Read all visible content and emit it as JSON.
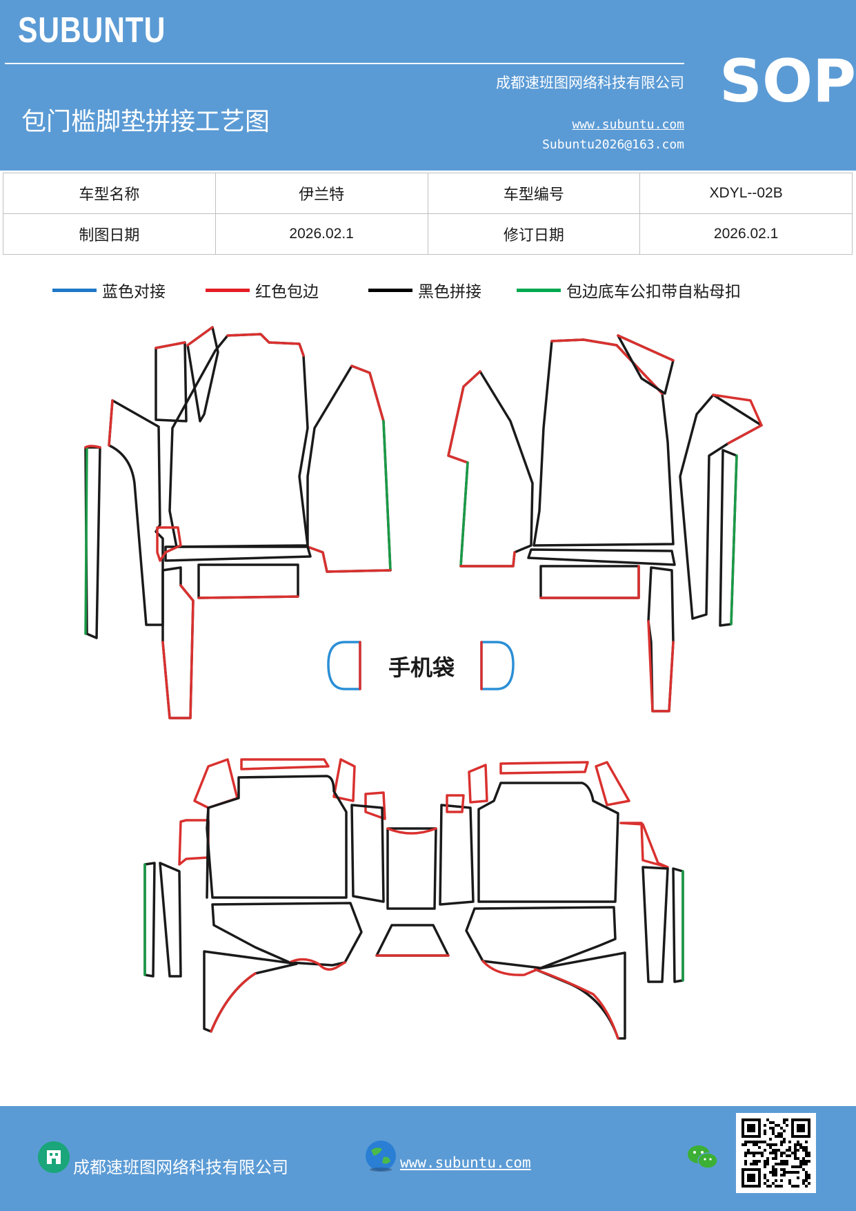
{
  "header": {
    "brand": "SUBUNTU",
    "company": "成都速班图网络科技有限公司",
    "title": "包门槛脚垫拼接工艺图",
    "website": "www.subuntu.com",
    "email": "Subuntu2026@163.com",
    "badge": "SOP"
  },
  "info_table": {
    "model_name_label": "车型名称",
    "model_name_value": "伊兰特",
    "model_code_label": "车型编号",
    "model_code_value": "XDYL--02B",
    "drawing_date_label": "制图日期",
    "drawing_date_value": "2026.02.1",
    "revision_date_label": "修订日期",
    "revision_date_value": "2026.02.1"
  },
  "legend": [
    {
      "label": "蓝色对接",
      "color": "#1f77c8"
    },
    {
      "label": "红色包边",
      "color": "#e41e26"
    },
    {
      "label": "黑色拼接",
      "color": "#000000"
    },
    {
      "label": "包边底车公扣带自粘母扣",
      "color": "#00a84f"
    }
  ],
  "diagram": {
    "phone_pocket_label": "手机袋",
    "colors": {
      "black": "#1a1a1a",
      "red": "#d9312f",
      "blue": "#2b8fd6",
      "green": "#1a9a47"
    }
  },
  "footer": {
    "company": "成都速班图网络科技有限公司",
    "website": "www.subuntu.com",
    "icons": [
      "building-icon",
      "globe-icon",
      "wechat-icon",
      "qr-code"
    ]
  }
}
